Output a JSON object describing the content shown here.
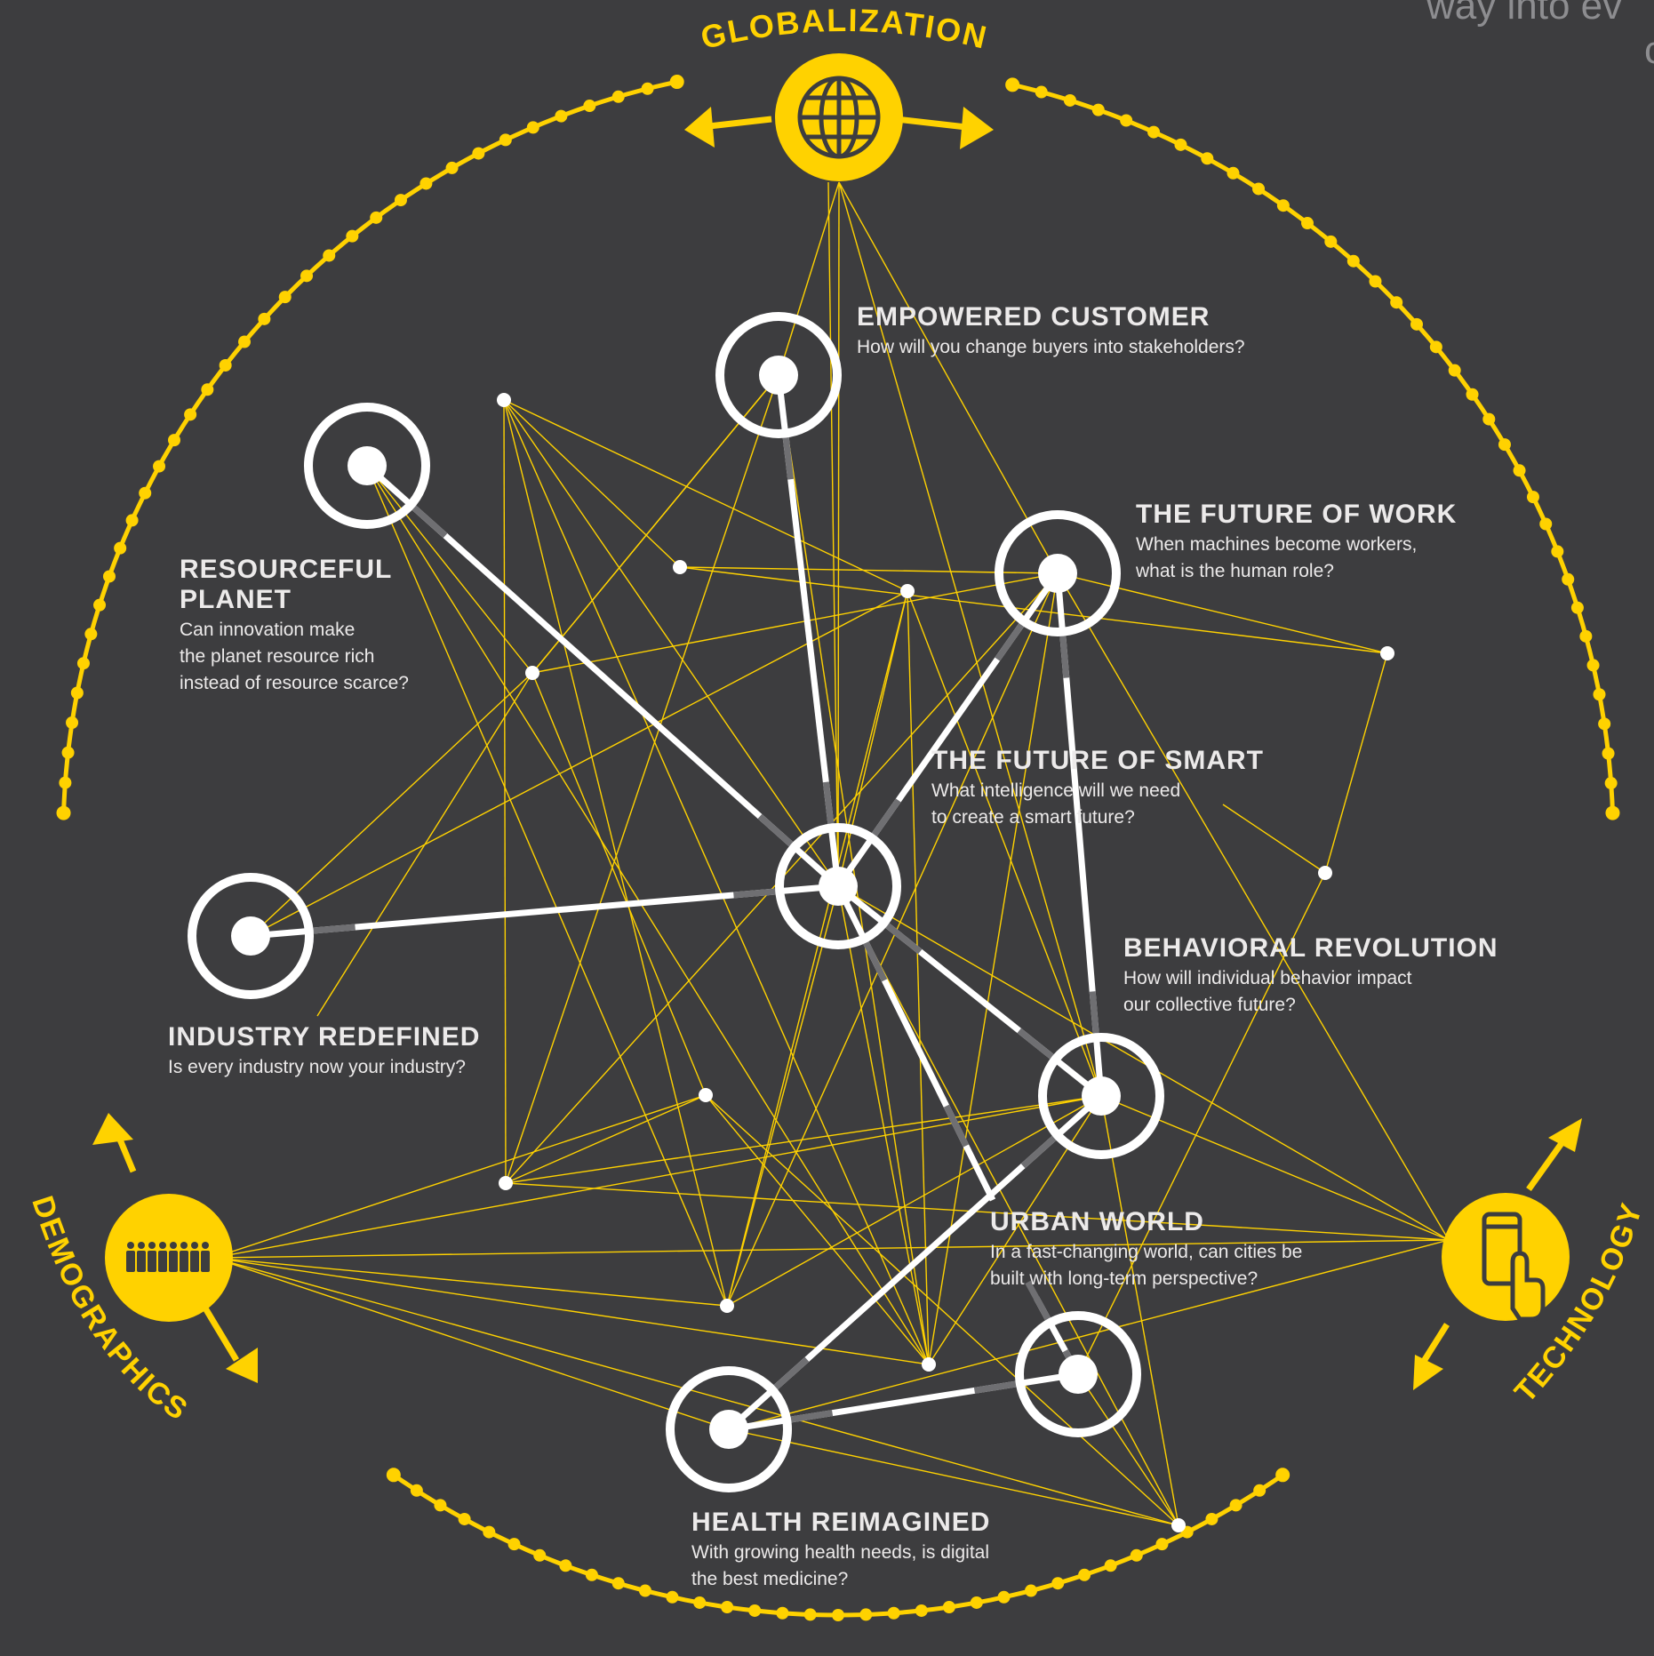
{
  "corner_text": [
    "way into ev",
    "c"
  ],
  "drivers": {
    "globalization": "GLOBALIZATION",
    "demographics": "DEMOGRAPHICS",
    "technology": "TECHNOLOGY"
  },
  "megatrends": [
    {
      "id": "empowered-customer",
      "title": "EMPOWERED CUSTOMER",
      "question": [
        "How will you change buyers into stakeholders?"
      ]
    },
    {
      "id": "future-of-work",
      "title": "THE FUTURE OF WORK",
      "question": [
        "When machines become workers,",
        "what is the human role?"
      ]
    },
    {
      "id": "resourceful-planet",
      "title": [
        "RESOURCEFUL",
        "PLANET"
      ],
      "question": [
        "Can innovation make",
        "the planet resource rich",
        "instead of resource scarce?"
      ]
    },
    {
      "id": "future-of-smart",
      "title": "THE FUTURE OF SMART",
      "question": [
        "What intelligence will we need",
        "to create a smart future?"
      ]
    },
    {
      "id": "industry-redefined",
      "title": "INDUSTRY REDEFINED",
      "question": [
        "Is every industry now your industry?"
      ]
    },
    {
      "id": "behavioral-revolution",
      "title": "BEHAVIORAL REVOLUTION",
      "question": [
        "How will individual behavior impact",
        "our collective future?"
      ]
    },
    {
      "id": "urban-world",
      "title": "URBAN WORLD",
      "question": [
        "In a fast-changing world, can cities be",
        "built with long-term perspective?"
      ]
    },
    {
      "id": "health-reimagined",
      "title": "HEALTH REIMAGINED",
      "question": [
        "With growing health needs, is digital",
        "the best medicine?"
      ]
    }
  ],
  "colors": {
    "background": "#3d3d3f",
    "accent": "#ffd200",
    "line": "#ffffff",
    "text": "#eceaea",
    "muted": "#8d8d90"
  },
  "icons": {
    "globalization": "globe-icon",
    "demographics": "people-group-icon",
    "technology": "smartphone-touch-icon"
  }
}
